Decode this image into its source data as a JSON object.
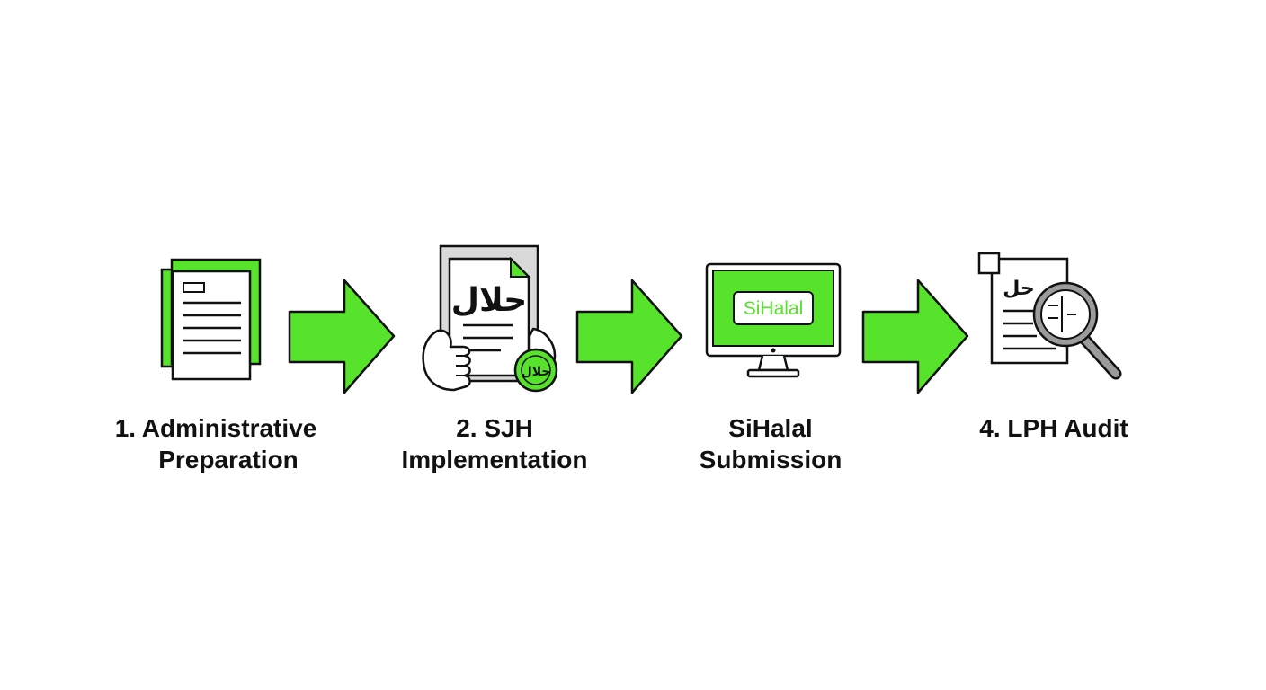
{
  "colors": {
    "accent": "#57e22b",
    "stroke": "#111111",
    "paper": "#ffffff"
  },
  "steps": [
    {
      "label_line1": "1. Administrative",
      "label_line2": "Preparation",
      "icon": "documents-icon"
    },
    {
      "label_line1": "2. SJH",
      "label_line2": "Implementation",
      "icon": "halal-document-hands-icon",
      "icon_text": "حلال",
      "badge_text": "حلال"
    },
    {
      "label_line1": "SiHalal",
      "label_line2": "Submission",
      "icon": "monitor-icon",
      "screen_text": "SiHalal"
    },
    {
      "label_line1": "4. LPH Audit",
      "label_line2": "",
      "icon": "document-magnifier-icon",
      "icon_text": "حل"
    }
  ],
  "arrows": [
    {
      "icon": "arrow-right-icon"
    },
    {
      "icon": "arrow-right-icon"
    },
    {
      "icon": "arrow-right-icon"
    }
  ]
}
